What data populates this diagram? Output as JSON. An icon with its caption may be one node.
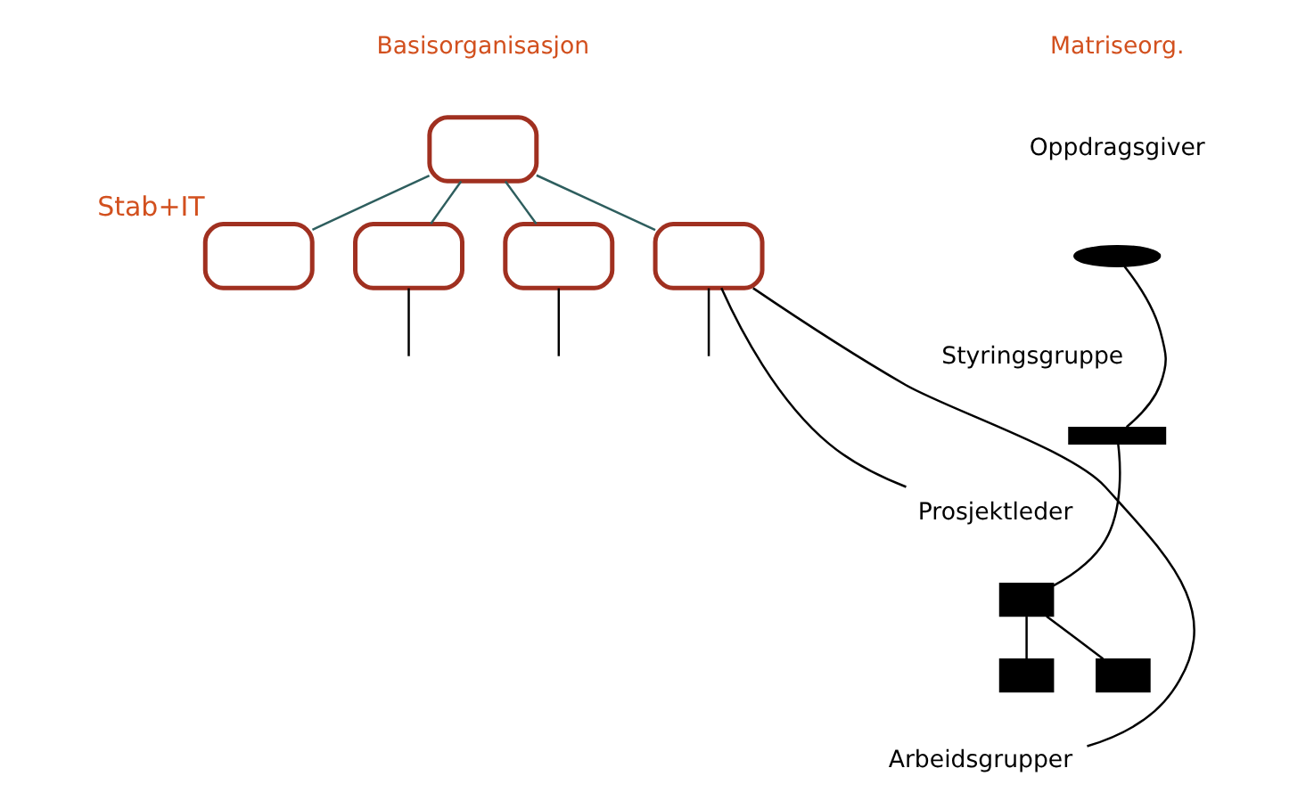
{
  "diagram": {
    "nodes": [
      {
        "text": [],
        "shape": "box"
      },
      {
        "text": [],
        "shape": "box",
        "beside": [
          "Stab+IT"
        ]
      },
      {
        "text": [],
        "shape": "box"
      },
      {
        "text": [],
        "shape": "box"
      },
      {
        "text": [],
        "shape": "box"
      },
      {
        "text": [
          "Oppdragsgiver"
        ]
      },
      {
        "text": [],
        "shape": "ellipse"
      },
      {
        "text": [
          "Styringsgruppe"
        ]
      },
      {
        "text": [],
        "shape": "bar"
      },
      {
        "text": [
          "Prosjektleder"
        ]
      },
      {
        "text": [],
        "shape": "box"
      },
      {
        "text": [
          "Arbeidsgrupper"
        ]
      },
      {
        "text": [],
        "shape": "box"
      },
      {
        "text": [],
        "shape": "box"
      }
    ],
    "edges": [
      {
        "from": 0,
        "to": 1,
        "arrow": "none",
        "color": "#2e5e5e"
      },
      {
        "from": 0,
        "to": 2,
        "arrow": "none",
        "color": "#2e5e5e"
      },
      {
        "from": 0,
        "to": 3,
        "arrow": "none",
        "color": "#2e5e5e"
      },
      {
        "from": 0,
        "to": 4,
        "arrow": "none",
        "color": "#2e5e5e"
      },
      {
        "from": 2,
        "to": null,
        "arrow": "none"
      },
      {
        "from": 3,
        "to": null,
        "arrow": "none"
      },
      {
        "from": 4,
        "to": null,
        "arrow": "none"
      },
      {
        "from": 6,
        "to": 8,
        "arrow": "none"
      },
      {
        "from": 8,
        "to": 10,
        "arrow": "none"
      },
      {
        "from": 10,
        "to": 12,
        "arrow": "none"
      },
      {
        "from": 10,
        "to": 13,
        "arrow": "none"
      },
      {
        "from": 9,
        "to": 4,
        "arrow": "none"
      },
      {
        "from": 11,
        "to": 4,
        "arrow": "none"
      }
    ],
    "labels": [
      "Basisorganisasjon",
      "Matriseorg."
    ]
  }
}
